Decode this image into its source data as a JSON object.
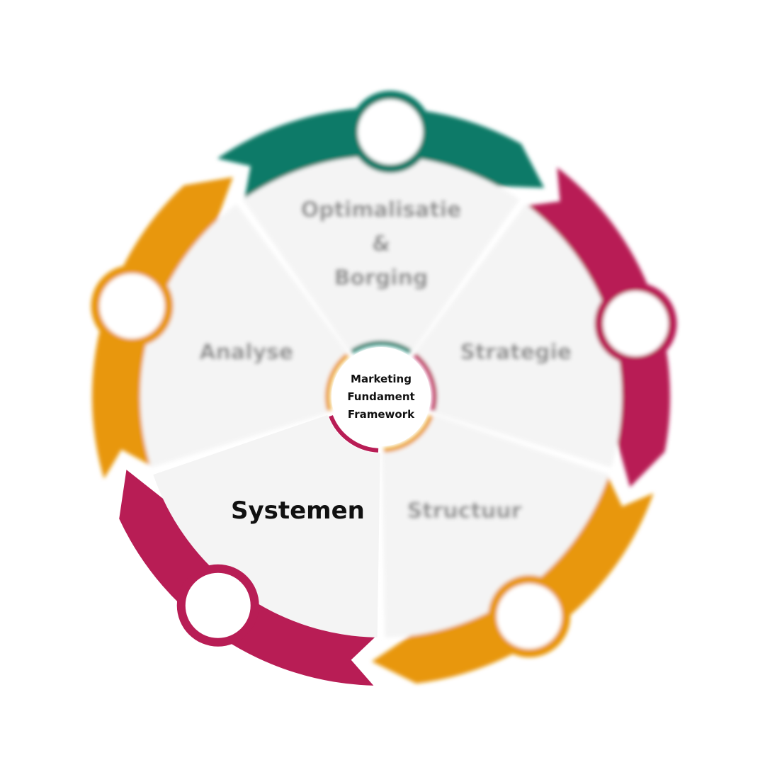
{
  "center": {
    "lines": [
      "Marketing",
      "Fundament",
      "Framework"
    ]
  },
  "segments": [
    {
      "id": "optimalisatie",
      "lines": [
        "Optimalisatie",
        "&",
        "Borging"
      ],
      "color": "#0a7a68",
      "active": false
    },
    {
      "id": "strategie",
      "lines": [
        "Strategie"
      ],
      "color": "#b81d55",
      "active": false
    },
    {
      "id": "structuur",
      "lines": [
        "Structuur"
      ],
      "color": "#e8970e",
      "active": false
    },
    {
      "id": "systemen",
      "lines": [
        "Systemen"
      ],
      "color": "#b81d55",
      "active": true
    },
    {
      "id": "analyse",
      "lines": [
        "Analyse"
      ],
      "color": "#e8970e",
      "active": false
    }
  ],
  "colors": {
    "segment_fill": "#f4f4f4",
    "teal": "#0a7a68",
    "magenta": "#b81d55",
    "orange": "#e8970e"
  }
}
